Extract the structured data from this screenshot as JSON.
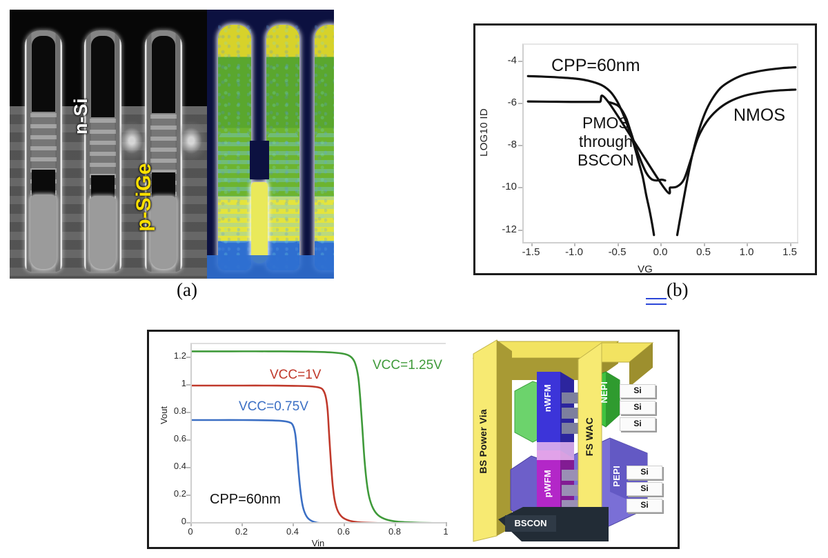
{
  "figure": {
    "captions": {
      "a": "(a)",
      "b": "(b)"
    }
  },
  "panel_a": {
    "name": "TEM cross-section and EDX elemental map of stacked nanosheet source/drain epitaxy",
    "labels": {
      "n_si": "n-Si",
      "p_sige": "p-SiGe"
    },
    "colors": {
      "n_si_text": "#ffffff",
      "p_sige_text": "#ffe000"
    }
  },
  "chart_data": [
    {
      "id": "panel_b",
      "type": "line",
      "title": "",
      "xlabel": "VG",
      "ylabel": "LOG10 ID",
      "xlim": [
        -1.6,
        1.6
      ],
      "ylim": [
        -12.6,
        -3.2
      ],
      "xticks": [
        "-1.5",
        "-1.0",
        "-0.5",
        "0.0",
        "0.5",
        "1.0",
        "1.5"
      ],
      "xtick_values": [
        -1.5,
        -1.0,
        -0.5,
        0.0,
        0.5,
        1.0,
        1.5
      ],
      "yticks": [
        "-4",
        "-6",
        "-8",
        "-10",
        "-12"
      ],
      "ytick_values": [
        -4,
        -6,
        -8,
        -10,
        -12
      ],
      "grid": false,
      "annotations": [
        {
          "text": "CPP=60nm",
          "x": -1.25,
          "y": -4.0
        },
        {
          "text": "PMOS\nthrough\nBSCON",
          "x": -0.95,
          "y": -6.9
        },
        {
          "text": "NMOS",
          "x": 0.95,
          "y": -5.9
        }
      ],
      "series": [
        {
          "name": "PMOS through BSCON",
          "color": "#111111",
          "x": [
            -1.55,
            -1.4,
            -1.2,
            -1.0,
            -0.85,
            -0.7,
            -0.6,
            -0.52,
            -0.45,
            -0.38,
            -0.32,
            -0.27,
            -0.22,
            -0.18,
            -0.14,
            -0.11,
            -0.09
          ],
          "y": [
            -4.68,
            -4.7,
            -4.74,
            -4.8,
            -4.9,
            -5.1,
            -5.4,
            -5.85,
            -6.45,
            -7.2,
            -7.95,
            -8.7,
            -9.45,
            -10.3,
            -11.05,
            -11.7,
            -12.2
          ]
        },
        {
          "name": "NMOS high",
          "color": "#111111",
          "x": [
            0.18,
            0.21,
            0.25,
            0.3,
            0.35,
            0.42,
            0.5,
            0.58,
            0.68,
            0.8,
            0.95,
            1.1,
            1.25,
            1.4,
            1.55
          ],
          "y": [
            -12.2,
            -11.5,
            -10.6,
            -9.5,
            -8.5,
            -7.4,
            -6.45,
            -5.8,
            -5.25,
            -4.9,
            -4.62,
            -4.47,
            -4.37,
            -4.3,
            -4.26
          ]
        },
        {
          "name": "PMOS off-state floor",
          "color": "#111111",
          "x": [
            -0.62,
            -0.5,
            -0.42,
            -0.36,
            -0.3,
            -0.24,
            -0.18,
            -0.12,
            -0.06,
            0.0,
            0.04
          ],
          "y": [
            -5.9,
            -6.1,
            -6.6,
            -7.3,
            -8.05,
            -8.7,
            -9.25,
            -9.55,
            -9.62,
            -9.58,
            -9.62
          ]
        },
        {
          "name": "NMOS low",
          "color": "#111111",
          "x": [
            -1.55,
            -1.3,
            -1.05,
            -0.85,
            -0.72,
            -0.62,
            0.02,
            0.1,
            0.18,
            0.26,
            0.34,
            0.42,
            0.52,
            0.64,
            0.78,
            0.95,
            1.15,
            1.35,
            1.55
          ],
          "y": [
            -5.88,
            -5.89,
            -5.9,
            -5.9,
            -5.9,
            -5.9,
            -9.92,
            -9.95,
            -9.9,
            -9.55,
            -8.6,
            -7.6,
            -6.85,
            -6.3,
            -5.9,
            -5.62,
            -5.45,
            -5.36,
            -5.32
          ]
        }
      ]
    },
    {
      "id": "panel_c",
      "type": "line",
      "title": "",
      "xlabel": "Vin",
      "ylabel": "Vout",
      "xlim": [
        0,
        1
      ],
      "ylim": [
        0,
        1.3
      ],
      "xticks": [
        "0",
        "0.2",
        "0.4",
        "0.6",
        "0.8",
        "1"
      ],
      "xtick_values": [
        0,
        0.2,
        0.4,
        0.6,
        0.8,
        1
      ],
      "yticks": [
        "0",
        "0.2",
        "0.4",
        "0.6",
        "0.8",
        "1",
        "1.2"
      ],
      "ytick_values": [
        0,
        0.2,
        0.4,
        0.6,
        0.8,
        1,
        1.2
      ],
      "grid": false,
      "annotations": [
        {
          "text": "CPP=60nm",
          "x": 0.08,
          "y": 0.12,
          "color": "#111111"
        }
      ],
      "series": [
        {
          "name": "VCC=0.75V",
          "label": "VCC=0.75V",
          "color": "#3b6fc4",
          "x": [
            0.0,
            0.1,
            0.2,
            0.3,
            0.35,
            0.38,
            0.395,
            0.405,
            0.412,
            0.418,
            0.425,
            0.432,
            0.44,
            0.452,
            0.468,
            0.49,
            0.5
          ],
          "y": [
            0.75,
            0.75,
            0.75,
            0.748,
            0.744,
            0.735,
            0.715,
            0.65,
            0.52,
            0.38,
            0.245,
            0.15,
            0.09,
            0.045,
            0.02,
            0.006,
            0.004
          ]
        },
        {
          "name": "VCC=1V",
          "label": "VCC=1V",
          "color": "#c0392b",
          "x": [
            0.0,
            0.1,
            0.2,
            0.3,
            0.4,
            0.46,
            0.5,
            0.515,
            0.525,
            0.532,
            0.538,
            0.545,
            0.552,
            0.56,
            0.572,
            0.59,
            0.615,
            0.65,
            0.72,
            0.8
          ],
          "y": [
            1.0,
            1.0,
            1.0,
            1.0,
            0.998,
            0.995,
            0.985,
            0.965,
            0.915,
            0.82,
            0.64,
            0.44,
            0.275,
            0.165,
            0.09,
            0.045,
            0.022,
            0.01,
            0.004,
            0.002
          ]
        },
        {
          "name": "VCC=1.25V",
          "label": "VCC=1.25V",
          "color": "#3f9a3a",
          "x": [
            0.0,
            0.15,
            0.3,
            0.45,
            0.55,
            0.6,
            0.625,
            0.64,
            0.652,
            0.66,
            0.668,
            0.676,
            0.685,
            0.695,
            0.71,
            0.73,
            0.76,
            0.8,
            0.86,
            0.93,
            1.0
          ],
          "y": [
            1.248,
            1.248,
            1.248,
            1.246,
            1.24,
            1.228,
            1.205,
            1.16,
            1.06,
            0.9,
            0.69,
            0.47,
            0.3,
            0.19,
            0.11,
            0.06,
            0.03,
            0.015,
            0.008,
            0.004,
            0.003
          ]
        }
      ]
    }
  ],
  "schematic": {
    "name": "backside-power CFET device schematic",
    "blocks": [
      {
        "id": "bs-power-via",
        "label": "BS Power Via",
        "color": "#f2e361",
        "text_color": "#1a1a1a"
      },
      {
        "id": "fs-wac",
        "label": "FS WAC",
        "color": "#f2e361",
        "text_color": "#1a1a1a"
      },
      {
        "id": "nwfm",
        "label": "nWFM",
        "color": "#3c34d9",
        "text_color": "#ffffff"
      },
      {
        "id": "pwfm",
        "label": "pWFM",
        "color": "#b327c8",
        "text_color": "#ffffff"
      },
      {
        "id": "nepi",
        "label": "NEPI",
        "color": "#3fc23f",
        "text_color": "#ffffff"
      },
      {
        "id": "pepi",
        "label": "PEPI",
        "color": "#7a6fd6",
        "text_color": "#ffffff"
      },
      {
        "id": "bscon",
        "label": "BSCON",
        "color": "#2f3a46",
        "text_color": "#ffffff"
      }
    ],
    "nanosheets": [
      "Si",
      "Si",
      "Si",
      "Si",
      "Si",
      "Si"
    ]
  }
}
